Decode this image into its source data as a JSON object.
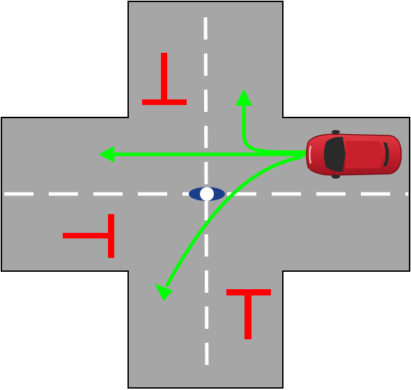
{
  "scene": {
    "road_color": "#a6a6a6",
    "lane_marking_color": "#ffffff",
    "sign_color": "#ff0000",
    "route_color": "#00ff00",
    "car_color": "#c8202c",
    "center_marker_color": "#1a3e8c"
  },
  "elements": {
    "car": {
      "icon": "red-car-icon",
      "heading": "west"
    },
    "routes": [
      "straight-west",
      "turn-north",
      "turn-south-west"
    ],
    "signs": [
      "t-sign-north-west",
      "t-sign-south-west",
      "t-sign-south-east"
    ]
  }
}
